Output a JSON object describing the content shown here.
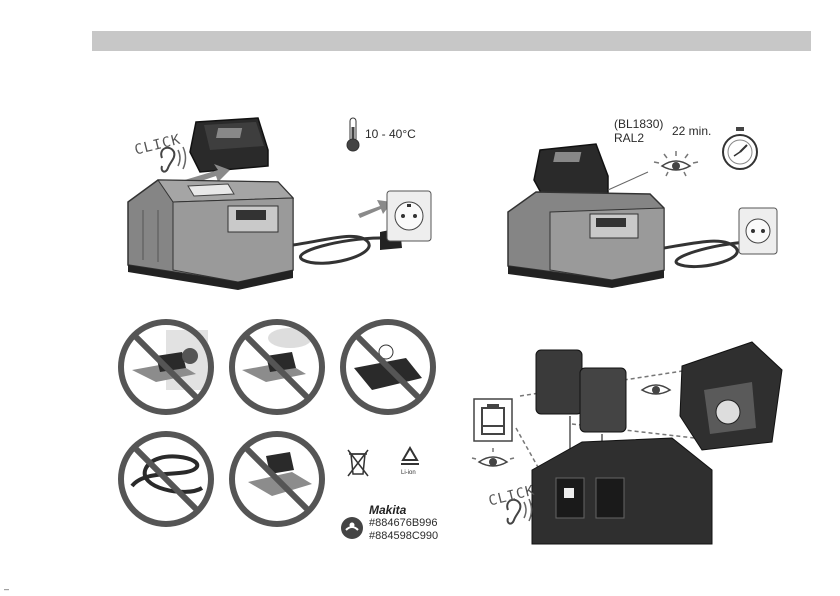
{
  "panel_top_left": {
    "click_label": "CLICK",
    "temperature_range": "10 - 40°C"
  },
  "panel_top_right": {
    "battery_model": "(BL1830)",
    "battery_code": "RAL2",
    "charge_time": "22 min."
  },
  "panel_bottom_right": {
    "click_label": "CLICK"
  },
  "recycling": {
    "li_ion_label": "Li-ion",
    "brand": "Makita",
    "part_number_1": "#884676B996",
    "part_number_2": "#884598C990"
  },
  "page_marker": "–"
}
